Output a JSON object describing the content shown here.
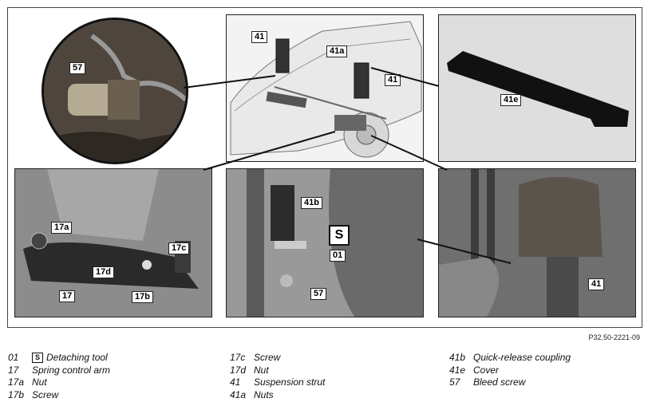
{
  "callouts": {
    "c57_top": "57",
    "c41_a": "41",
    "c41a": "41a",
    "c41_b": "41",
    "c41e": "41e",
    "c17a": "17a",
    "c17c": "17c",
    "c17d": "17d",
    "c17": "17",
    "c17b": "17b",
    "c41b": "41b",
    "c01": "01",
    "c57_bottom": "57",
    "c41_c": "41"
  },
  "tool_symbol": "S",
  "reference_code": "P32.50-2221-09",
  "legend": [
    {
      "key": "01",
      "label": "Detaching tool",
      "tool": true
    },
    {
      "key": "17",
      "label": "Spring control arm"
    },
    {
      "key": "17a",
      "label": "Nut"
    },
    {
      "key": "17b",
      "label": "Screw"
    },
    {
      "key": "17c",
      "label": "Screw"
    },
    {
      "key": "17d",
      "label": "Nut"
    },
    {
      "key": "41",
      "label": "Suspension strut"
    },
    {
      "key": "41a",
      "label": "Nuts"
    },
    {
      "key": "41b",
      "label": "Quick-release coupling"
    },
    {
      "key": "41e",
      "label": "Cover"
    },
    {
      "key": "57",
      "label": "Bleed screw"
    }
  ]
}
